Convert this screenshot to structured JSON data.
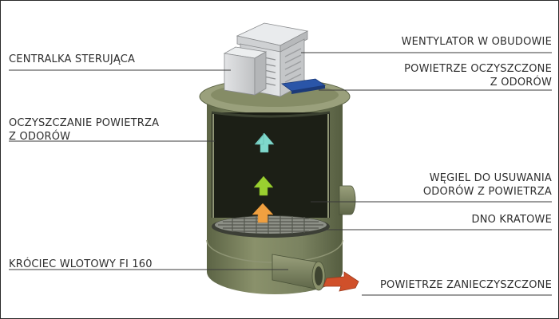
{
  "labels": {
    "control_unit": "CENTRALKA STERUJĄCA",
    "air_purification": [
      "OCZYSZCZANIE POWIETRZA",
      "Z ODORÓW"
    ],
    "inlet_pipe": "KRÓCIEC WLOTOWY FI 160",
    "fan_housing": "WENTYLATOR W OBUDOWIE",
    "clean_air": [
      "POWIETRZE OCZYSZCZONE",
      "Z ODORÓW"
    ],
    "carbon": [
      "WĘGIEL DO USUWANIA",
      "ODORÓW Z POWIETRZA"
    ],
    "grate_bottom": "DNO KRATOWE",
    "polluted_air": "POWIETRZE ZANIECZYSZCZONE"
  },
  "colors": {
    "tank_body": "#78805c",
    "tank_rim": "#9aa07c",
    "carbon_fill": "#1c1f16",
    "arrow_top": "#7fd8cc",
    "arrow_middle": "#9ad030",
    "arrow_bottom": "#f0a040",
    "outlet_plate": "#2a55a8",
    "inlet_arrow": "#d0502a",
    "housing": "#d4d6d8"
  }
}
